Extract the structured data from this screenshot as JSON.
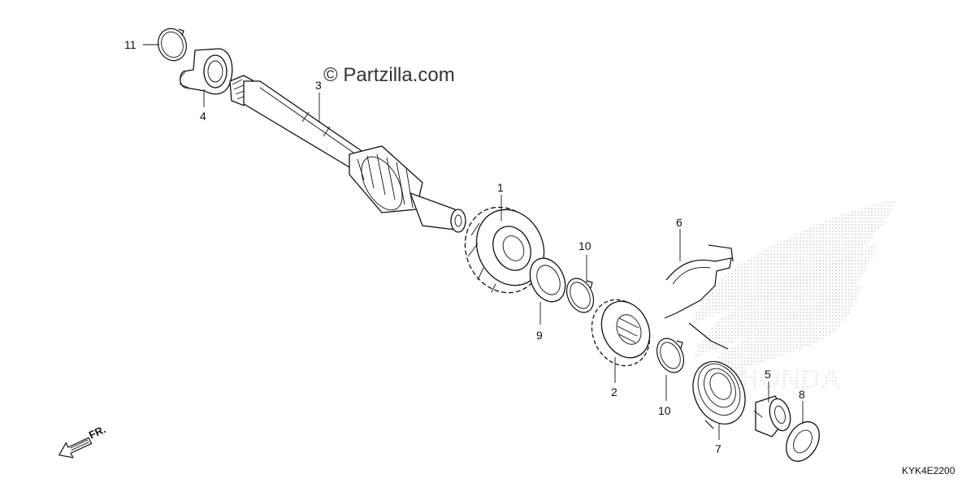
{
  "copyright": "© Partzilla.com",
  "diagram_code": "KYK4E2200",
  "direction_label": "FR.",
  "callouts": {
    "p1": "1",
    "p2": "2",
    "p3": "3",
    "p4": "4",
    "p5": "5",
    "p6": "6",
    "p7": "7",
    "p8": "8",
    "p9": "9",
    "p10a": "10",
    "p10b": "10",
    "p11": "11"
  },
  "colors": {
    "ink": "#111111",
    "watermark": "#cfcfcf"
  }
}
